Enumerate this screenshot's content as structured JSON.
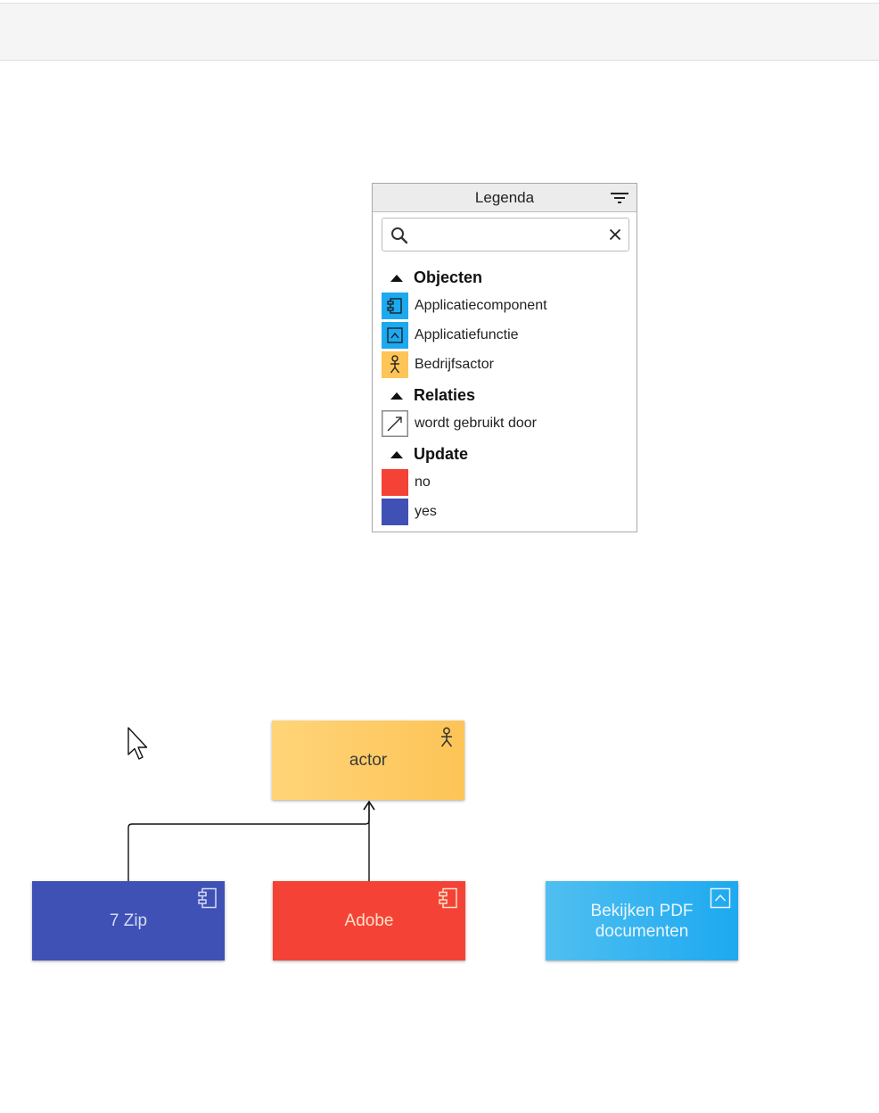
{
  "legend": {
    "title": "Legenda",
    "search": {
      "value": "",
      "placeholder": ""
    },
    "sections": [
      {
        "heading": "Objecten",
        "items": [
          {
            "label": "Applicatiecomponent",
            "color": "#1da9f0",
            "icon": "application-component-icon"
          },
          {
            "label": "Applicatiefunctie",
            "color": "#1da9f0",
            "icon": "application-function-icon"
          },
          {
            "label": "Bedrijfsactor",
            "color": "#fdc457",
            "icon": "business-actor-icon"
          }
        ]
      },
      {
        "heading": "Relaties",
        "items": [
          {
            "label": "wordt gebruikt door",
            "color": "#ffffff",
            "icon": "serving-relation-icon"
          }
        ]
      },
      {
        "heading": "Update",
        "items": [
          {
            "label": "no",
            "color": "#f44336"
          },
          {
            "label": "yes",
            "color": "#3f51b5"
          }
        ]
      }
    ]
  },
  "diagram": {
    "nodes": [
      {
        "id": "actor",
        "label": "actor",
        "type": "Bedrijfsactor",
        "color": "#fdc457"
      },
      {
        "id": "zip",
        "label": "7 Zip",
        "type": "Applicatiecomponent",
        "color": "#3f51b5"
      },
      {
        "id": "adobe",
        "label": "Adobe",
        "type": "Applicatiecomponent",
        "color": "#f44336"
      },
      {
        "id": "pdf",
        "label": "Bekijken PDF documenten",
        "type": "Applicatiefunctie",
        "color": "#1da9f0"
      }
    ],
    "edges": [
      {
        "from": "zip",
        "to": "actor",
        "type": "wordt gebruikt door"
      },
      {
        "from": "adobe",
        "to": "actor",
        "type": "wordt gebruikt door"
      }
    ]
  }
}
